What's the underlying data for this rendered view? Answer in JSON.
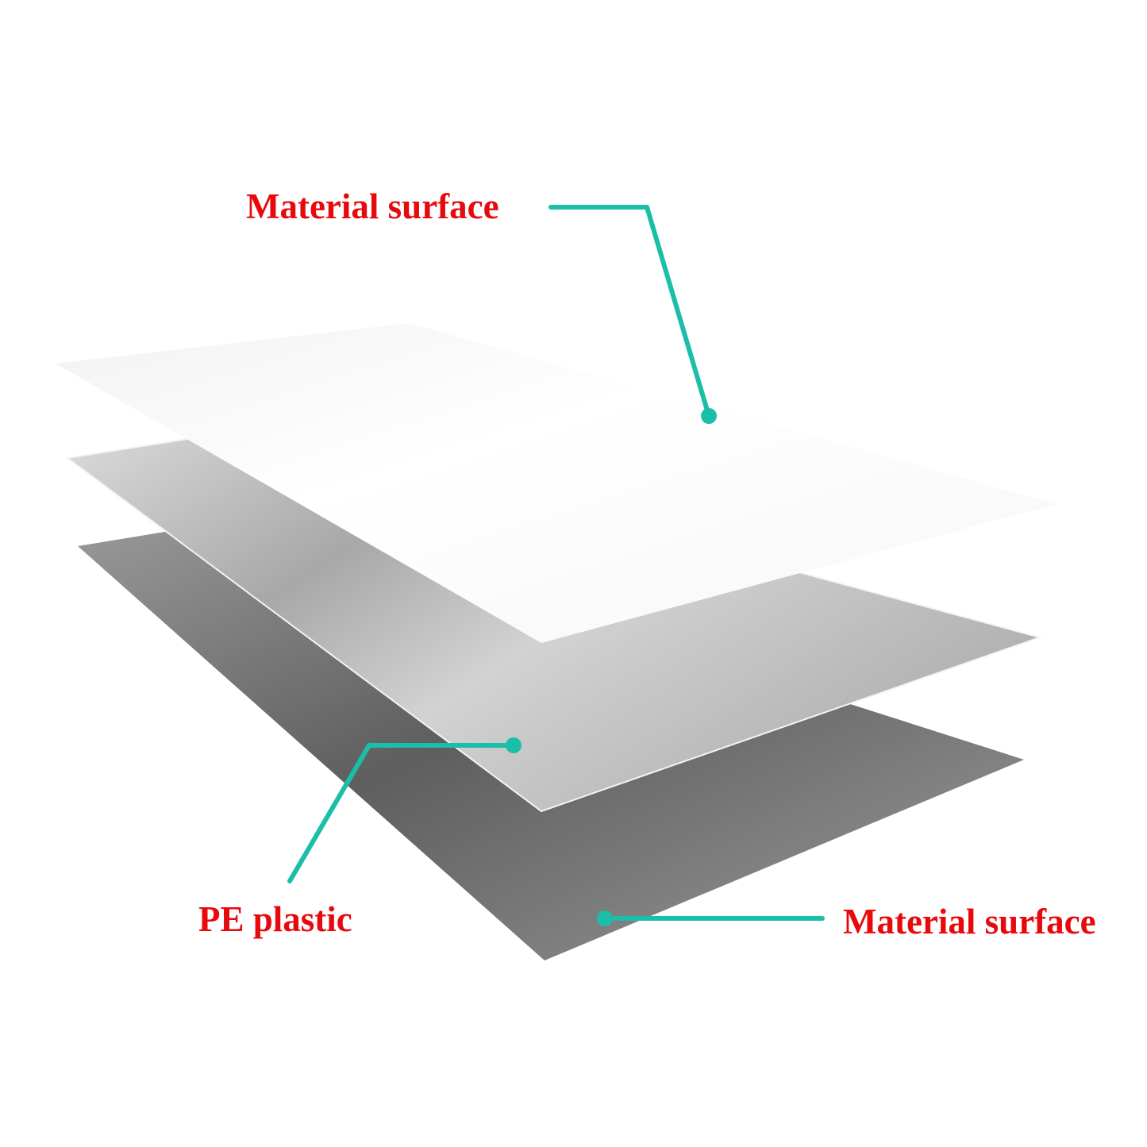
{
  "labels": {
    "top_surface": "Material surface",
    "core": "PE plastic",
    "bottom_surface": "Material surface"
  },
  "colors": {
    "label_text": "#e8090c",
    "callout_line": "#1bbfa8",
    "top_sheet": "#ffffff",
    "middle_sheet": "#c4c4c4",
    "bottom_sheet": "#7a7a7a"
  }
}
